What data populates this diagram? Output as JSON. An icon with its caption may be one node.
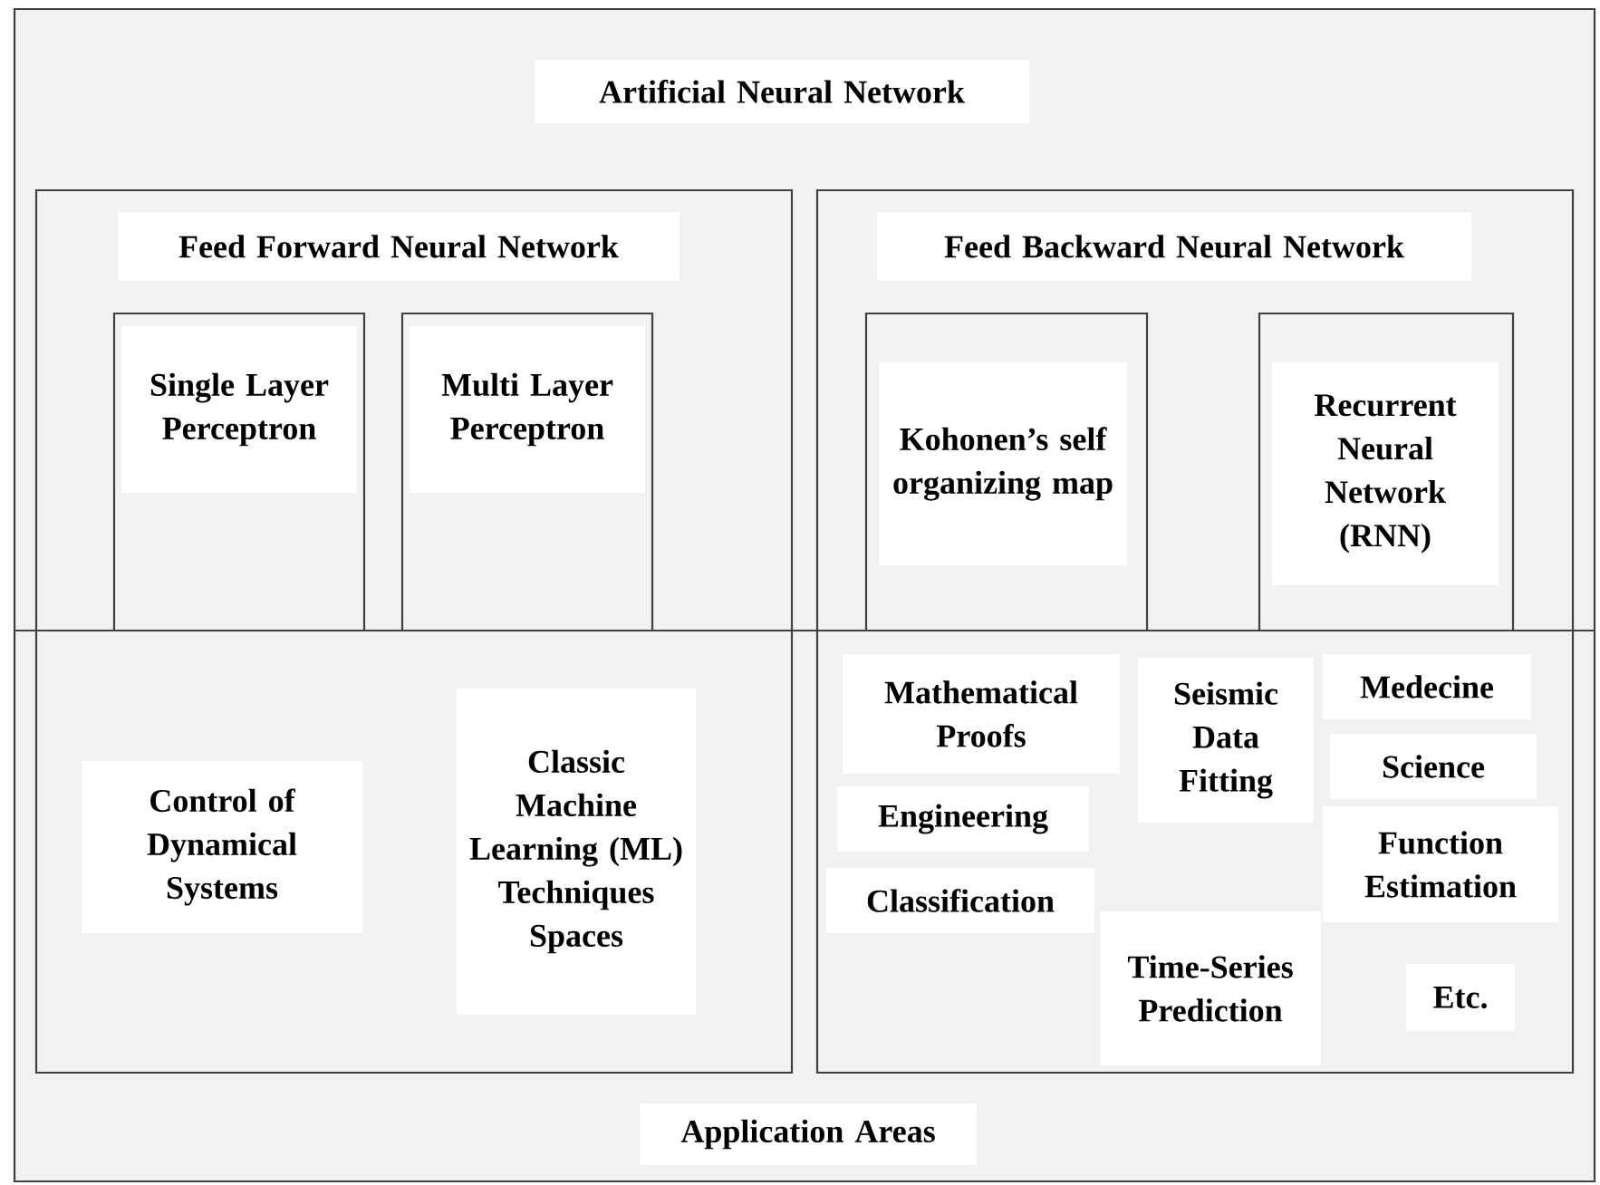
{
  "diagram": {
    "nodes": [
      {
        "text": [
          "Artificial Neural Network",
          "Application Areas"
        ]
      },
      {
        "text": [
          "Feed Forward Neural Network"
        ],
        "in": 0
      },
      {
        "text": [
          "Single Layer Perceptron"
        ],
        "in": 1
      },
      {
        "text": [
          "Multi Layer Perceptron"
        ],
        "in": 1
      },
      {
        "text": [
          "Control of Dynamical Systems"
        ],
        "in": 1
      },
      {
        "text": [
          "Classic Machine Learning (ML) Techniques Spaces"
        ],
        "in": 1
      },
      {
        "text": [
          "Feed Backward Neural Network"
        ],
        "in": 0
      },
      {
        "text": [
          "Kohonen’s self organizing map"
        ],
        "in": 6
      },
      {
        "text": [
          "Recurrent Neural Network (RNN)"
        ],
        "in": 6
      },
      {
        "text": [
          "Mathematical Proofs"
        ],
        "in": 6
      },
      {
        "text": [
          "Seismic Data Fitting"
        ],
        "in": 6
      },
      {
        "text": [
          "Medecine"
        ],
        "in": 6
      },
      {
        "text": [
          "Science"
        ],
        "in": 6
      },
      {
        "text": [
          "Engineering"
        ],
        "in": 6
      },
      {
        "text": [
          "Function Estimation"
        ],
        "in": 6
      },
      {
        "text": [
          "Classification"
        ],
        "in": 6
      },
      {
        "text": [
          "Time-Series Prediction"
        ],
        "in": 6
      },
      {
        "text": [
          "Etc."
        ],
        "in": 6
      }
    ]
  }
}
